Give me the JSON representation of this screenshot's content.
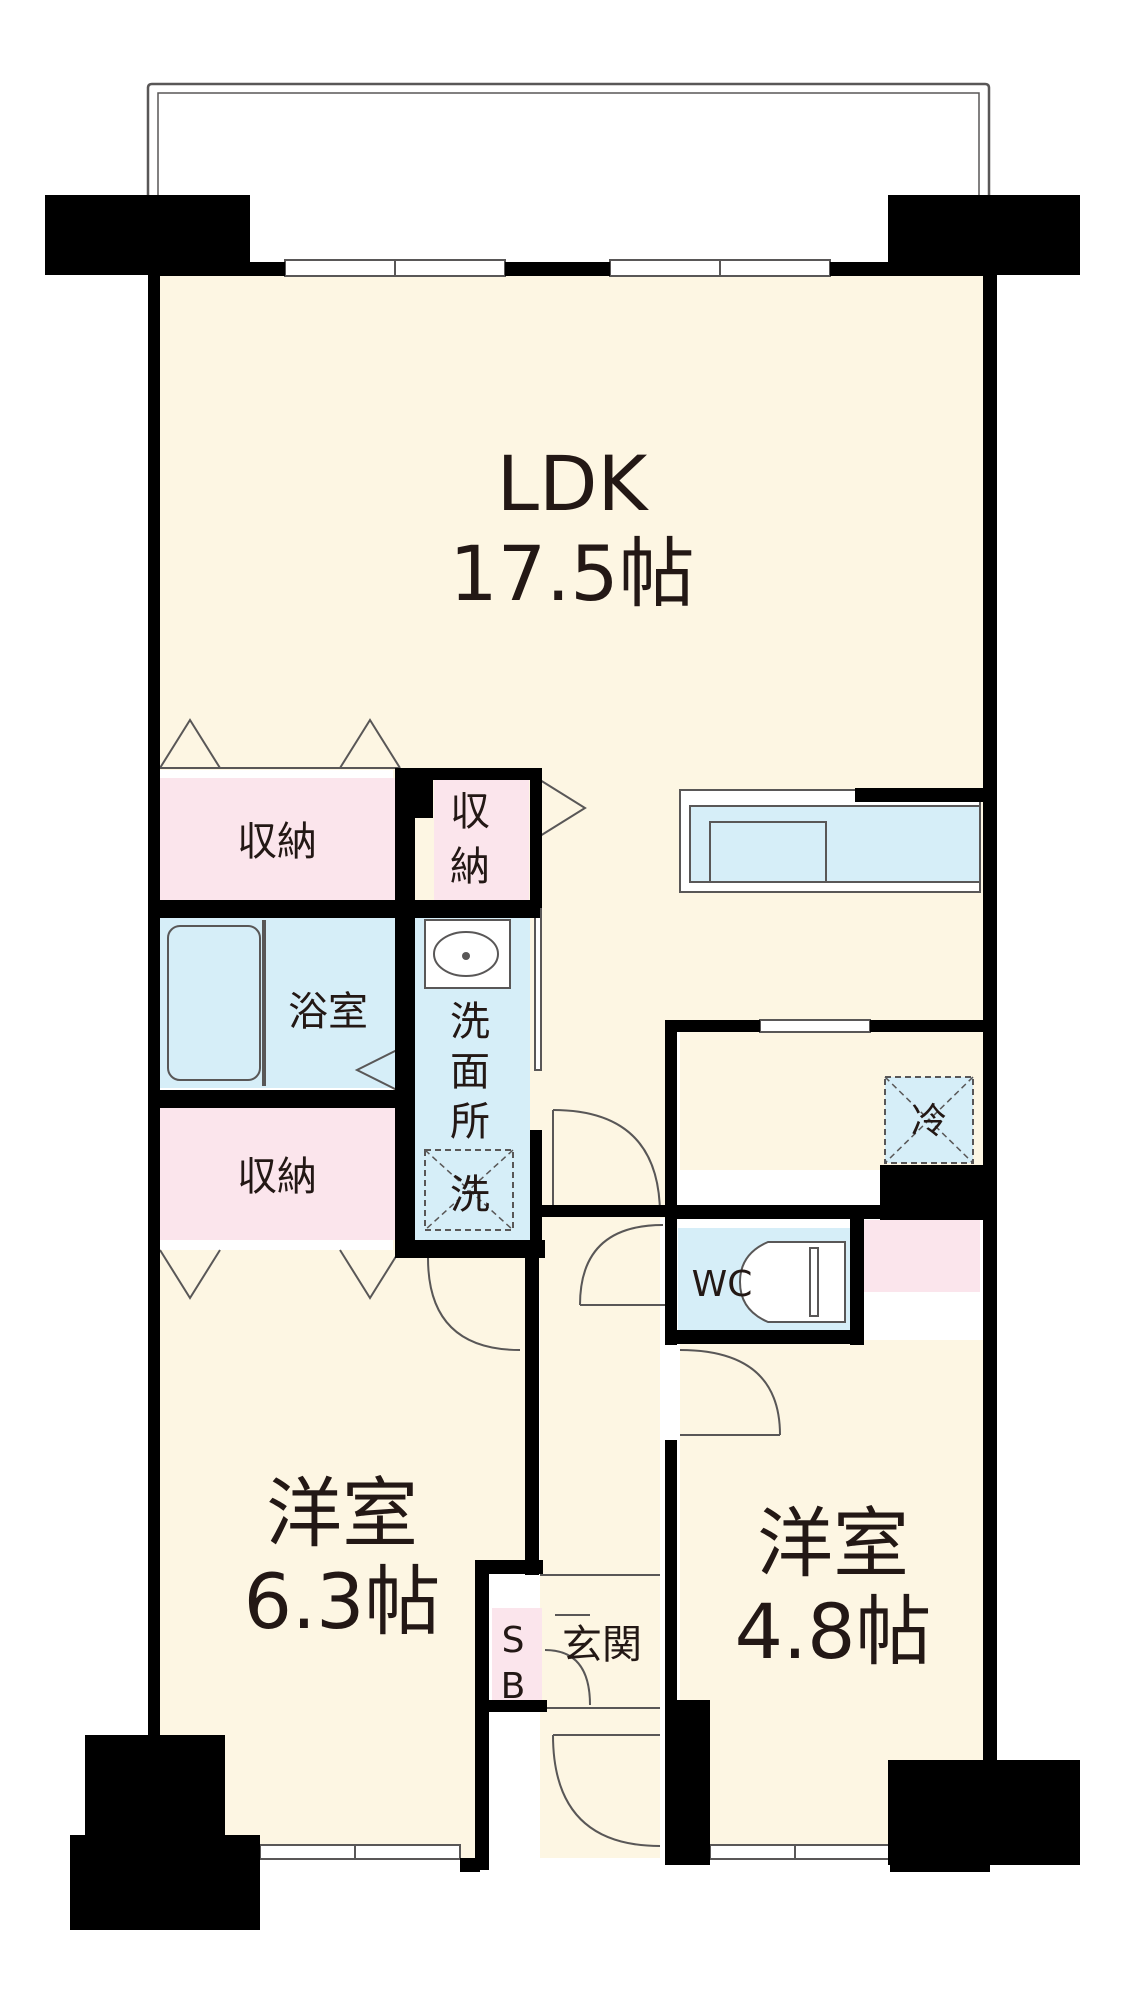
{
  "plan": {
    "rooms": {
      "ldk": {
        "name": "LDK",
        "size": "17.5帖"
      },
      "western_room_a": {
        "name": "洋室",
        "size": "6.3帖"
      },
      "western_room_b": {
        "name": "洋室",
        "size": "4.8帖"
      },
      "storage_top": {
        "name": "収納"
      },
      "storage_small_line1": "収",
      "storage_small_line2": "納",
      "bath": {
        "name": "浴室"
      },
      "storage_mid": {
        "name": "収納"
      },
      "washroom_line1": "洗",
      "washroom_line2": "面",
      "washroom_line3": "所",
      "washer": "洗",
      "fridge": "冷",
      "toilet": "WC",
      "shoebox_line1": "S",
      "shoebox_line2": "B",
      "entrance": "玄関"
    },
    "colors": {
      "room_floor": "#fdf6e3",
      "storage": "#fbe5ec",
      "wet_area": "#d6eef8",
      "wall": "#000000",
      "line": "#595757"
    }
  }
}
